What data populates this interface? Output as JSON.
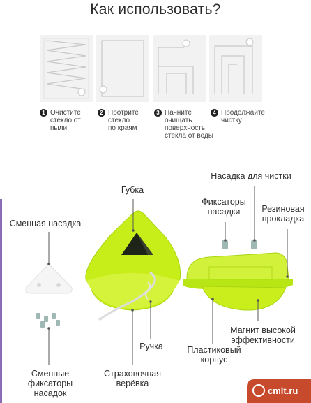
{
  "title": "Как использовать?",
  "steps": [
    {
      "num": "1",
      "text": "Очистите\nстекло от\nпыли"
    },
    {
      "num": "2",
      "text": "Протрите\nстекло\nпо краям"
    },
    {
      "num": "3",
      "text": "Начните\nочищать\nповерхность\nстекла от воды"
    },
    {
      "num": "4",
      "text": "Продолжайте\nчистку"
    }
  ],
  "labels": {
    "brush_head": "Насадка для чистки",
    "sponge": "Губка",
    "head_locks": "Фиксаторы\nнасадки",
    "rubber_gasket": "Резиновая\nпрокладка",
    "replaceable_head": "Сменная насадка",
    "handle": "Ручка",
    "strong_magnet": "Магнит высокой\nэффективности",
    "plastic_body": "Пластиковый\nкорпус",
    "spare_locks": "Сменные\nфиксаторы\nнасадок",
    "safety_rope": "Страховочная\nверёвка"
  },
  "watermark": "cmlt.ru",
  "colors": {
    "accent": "#c5ec16",
    "accent_dark": "#9ccc0a",
    "stroke": "#cfcfcf",
    "badge": "#c84a2c"
  }
}
